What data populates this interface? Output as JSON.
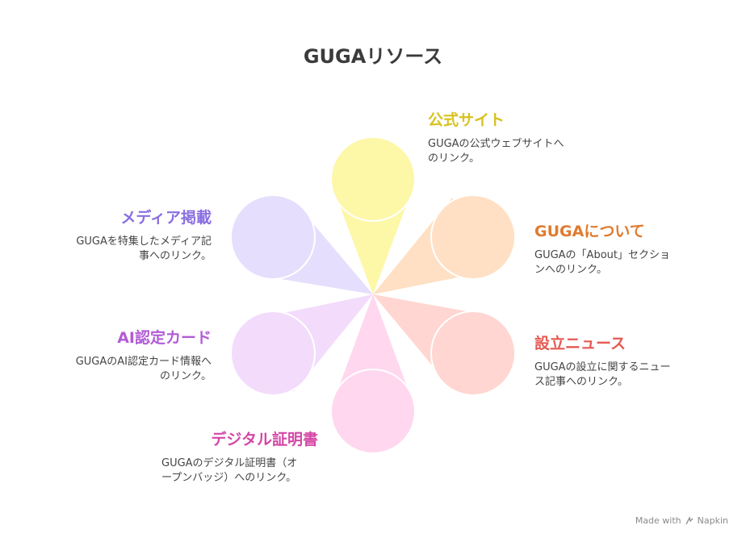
{
  "title": "GUGAリソース",
  "nodes": [
    {
      "id": "official",
      "title": "公式サイト",
      "desc_lines": [
        "GUGAの公式ウェブサイトへ",
        "のリンク。"
      ],
      "color": "#d8c21f",
      "fill": "#fdf7a8"
    },
    {
      "id": "about",
      "title": "GUGAについて",
      "desc_lines": [
        "GUGAの「About」セクショ",
        "ンへのリンク。"
      ],
      "color": "#e07a2e",
      "fill": "#ffe0c4"
    },
    {
      "id": "news",
      "title": "設立ニュース",
      "desc_lines": [
        "GUGAの設立に関するニュー",
        "ス記事へのリンク。"
      ],
      "color": "#e55a52",
      "fill": "#ffd6d1"
    },
    {
      "id": "cert",
      "title": "デジタル証明書",
      "desc_lines": [
        "GUGAのデジタル証明書（オ",
        "ープンバッジ）へのリンク。"
      ],
      "color": "#d447a6",
      "fill": "#ffd7ef"
    },
    {
      "id": "ai_card",
      "title": "AI認定カード",
      "desc_lines": [
        "GUGAのAI認定カード情報へ",
        "のリンク。"
      ],
      "color": "#b25bd6",
      "fill": "#f3dcfb"
    },
    {
      "id": "media",
      "title": "メディア掲載",
      "desc_lines": [
        "GUGAを特集したメディア記",
        "事へのリンク。"
      ],
      "color": "#8a6fe0",
      "fill": "#e6defd"
    }
  ],
  "footer": {
    "text": "Made with",
    "brand": "Napkin"
  }
}
